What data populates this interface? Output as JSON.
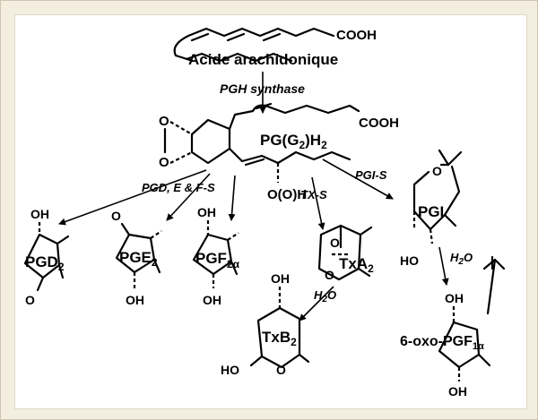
{
  "compounds": {
    "arachidonic": {
      "name": "Acide arachidonique",
      "cooh": "COOH"
    },
    "pgh2": {
      "name_main": "PG(G",
      "name_sub": "2",
      "name_close": ")H",
      "name_sub2": "2",
      "cooh": "COOH",
      "oooh": "O(O)H",
      "o_top": "O",
      "o_bottom": "O"
    },
    "pgd2": {
      "main": "PGD",
      "sub": "2",
      "oh": "OH",
      "o": "O"
    },
    "pge2": {
      "main": "PGE",
      "sub": "2",
      "o": "O",
      "oh": "OH"
    },
    "pgf2a": {
      "main": "PGF",
      "sub": "2α",
      "oh_top": "OH",
      "oh_bottom": "OH"
    },
    "txa2": {
      "main": "TxA",
      "sub": "2",
      "o_top": "O",
      "o_bottom": "O"
    },
    "txb2": {
      "main": "TxB",
      "sub": "2",
      "oh_top": "OH",
      "ho": "HO",
      "o": "O"
    },
    "pgi": {
      "main": "PGI",
      "o": "O",
      "ho": "HO"
    },
    "oxo_pgf1a": {
      "main": "6-oxo-PGF",
      "sub": "1α",
      "oh_top": "OH",
      "oh_bottom": "OH"
    }
  },
  "enzymes": {
    "pgh_synthase": "PGH synthase",
    "pgdef": "PGD, E & F-S",
    "txs": "TX-S",
    "pgis": "PGI-S",
    "h2o_tx": "H",
    "h2o_tx_sub": "2",
    "h2o_tx_o": "O",
    "h2o_pgi": "H",
    "h2o_pgi_sub": "2",
    "h2o_pgi_o": "O"
  }
}
